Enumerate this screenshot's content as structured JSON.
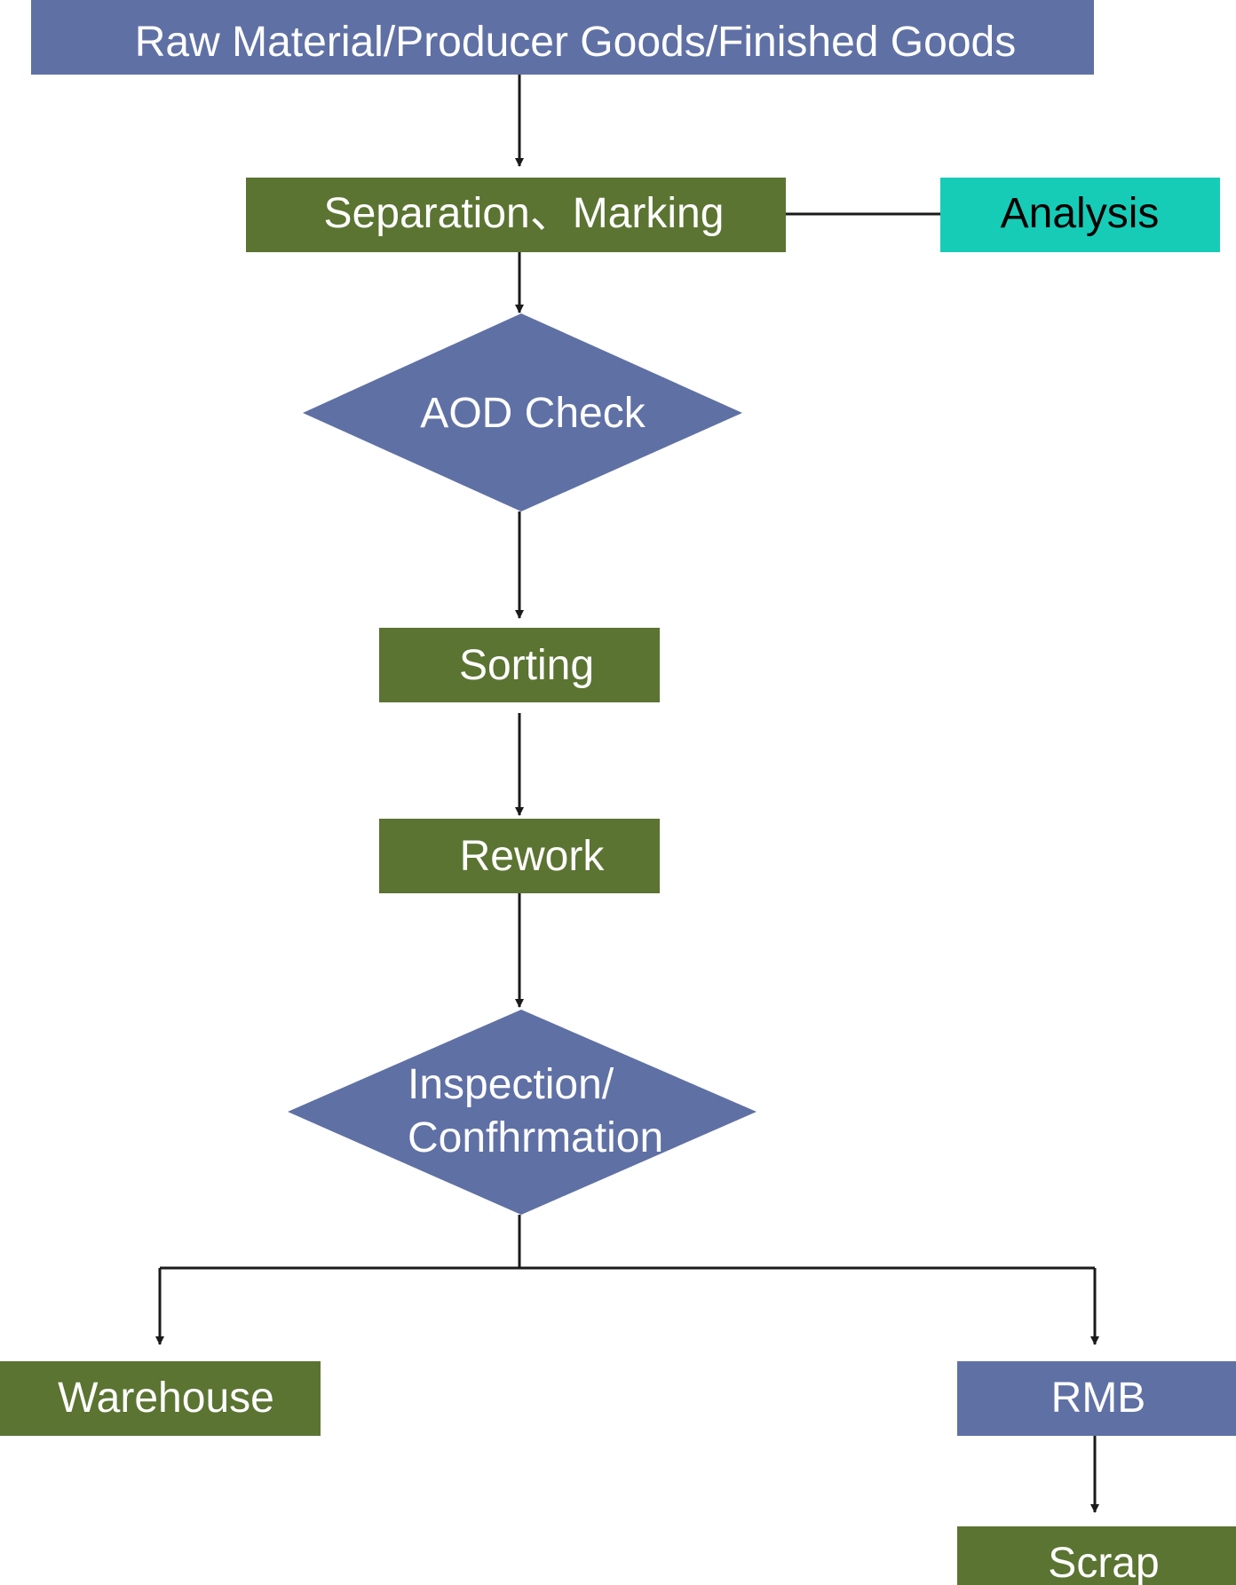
{
  "colors": {
    "blue": "#5f70a5",
    "green": "#5b7432",
    "teal": "#16ccb7",
    "line": "#1a1a1a"
  },
  "nodes": {
    "source": "Raw Material/Producer Goods/Finished Goods",
    "separation": "Separation、Marking",
    "analysis": "Analysis",
    "aod_check": "AOD Check",
    "sorting": "Sorting",
    "rework": "Rework",
    "inspection_line1": "Inspection/",
    "inspection_line2": "Confhrmation",
    "warehouse": "Warehouse",
    "rmb": "RMB",
    "scrap": "Scrap"
  }
}
